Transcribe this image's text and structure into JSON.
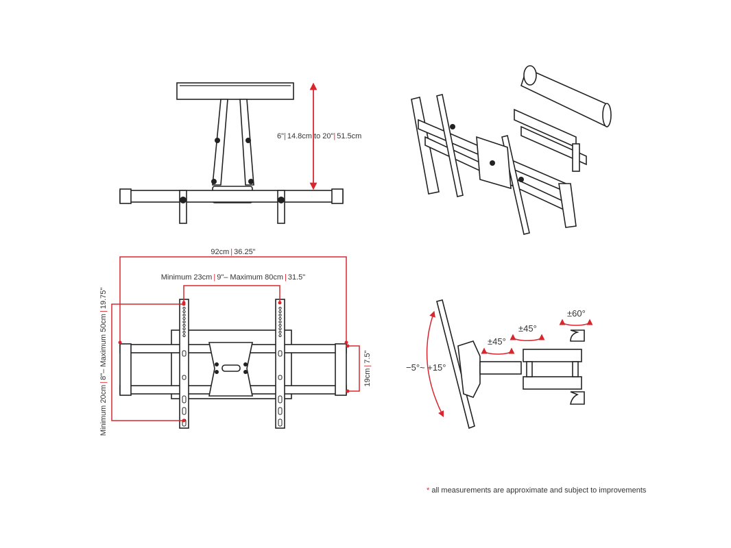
{
  "side_view": {
    "height_dim": {
      "a": "6\"",
      "sep": "|",
      "b": "14.8cm to 20\"",
      "sep2": "|",
      "c": "51.5cm"
    }
  },
  "front_view": {
    "width_dim": {
      "a": "92cm",
      "sep": "|",
      "b": "36.25\""
    },
    "horizontal_vesa": {
      "a": "Minimum 23cm",
      "sep": "|",
      "b": "9\"– Maximum 80cm",
      "sep2": "|",
      "c": "31.5\""
    },
    "vertical_vesa": {
      "a": "Minimum 20cm",
      "sep": "|",
      "b": "8\"– Maximum 50cm",
      "sep2": "|",
      "c": "19.75\""
    },
    "plate_height": {
      "a": "19cm",
      "sep": "|",
      "b": "7.5\""
    }
  },
  "rotation_view": {
    "tilt": "−5°~ +15°",
    "swivel_1": "±45°",
    "swivel_2": "±45°",
    "swivel_3": "±60°"
  },
  "footnote": {
    "asterisk": "*",
    "text": "all measurements are approximate and subject to improvements"
  },
  "colors": {
    "accent": "#d9262e",
    "line": "#222222"
  }
}
